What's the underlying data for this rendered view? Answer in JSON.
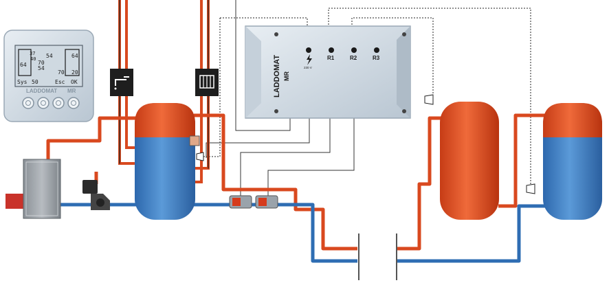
{
  "controller": {
    "brand": "LADDOMAT",
    "model": "MR",
    "status_labels": [
      {
        "id": "power",
        "label": "230 V"
      },
      {
        "id": "r1",
        "label": "R1"
      },
      {
        "id": "r2",
        "label": "R2"
      },
      {
        "id": "r3",
        "label": "R3"
      }
    ],
    "power_icon": "lightning-icon"
  },
  "display_panel": {
    "brand": "LADDOMAT",
    "model": "MR",
    "lcd": {
      "left_value": "64",
      "left_top": "37",
      "left_mid": "40",
      "center_a": "70",
      "center_b": "54",
      "right_top_a": "54",
      "right_top_b": "64",
      "right_mid": "70",
      "right_bottom": "20",
      "bottom_left": "Sys",
      "bottom_mid": "50",
      "bottom_esc": "Esc",
      "bottom_ok": "OK"
    },
    "buttons": [
      "btn-1",
      "btn-2",
      "btn-3",
      "btn-4"
    ]
  },
  "icons": {
    "tap": "tap-icon",
    "radiator": "radiator-icon"
  },
  "colors": {
    "hot": "#d9491f",
    "cold": "#2e6db3",
    "tank_top": "#e2542a",
    "tank_bottom": "#3d7fc6",
    "controller_body": "#d4dde6",
    "wire": "#333333"
  }
}
